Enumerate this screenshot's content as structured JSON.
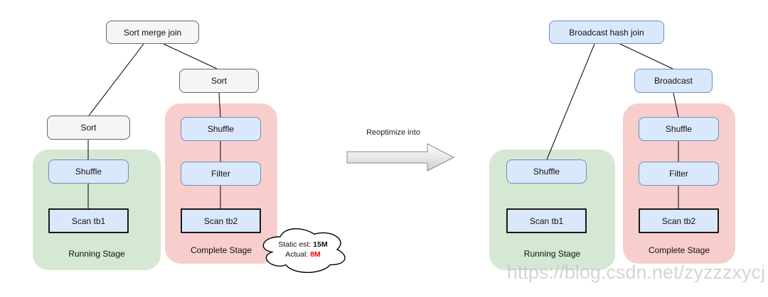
{
  "colors": {
    "node_blue_fill": "#dae8fc",
    "node_blue_border": "#6c8ebf",
    "node_gray_fill": "#f5f5f5",
    "node_gray_border": "#666666",
    "stage_green_fill": "#d5e8d4",
    "stage_red_fill": "#f8cecc",
    "scan_border": "#1a1a1a",
    "actual_value_color": "#ff0000"
  },
  "left_plan": {
    "root": "Sort merge join",
    "sort_left": "Sort",
    "sort_right": "Sort",
    "running_stage": {
      "label": "Running Stage",
      "shuffle": "Shuffle",
      "scan": "Scan tb1"
    },
    "complete_stage": {
      "label": "Complete Stage",
      "shuffle": "Shuffle",
      "filter": "Filter",
      "scan": "Scan tb2"
    },
    "callout": {
      "static_label": "Static est:",
      "static_value": "15M",
      "actual_label": "Actual:",
      "actual_value": "8M"
    }
  },
  "transition": {
    "label": "Reoptimize into"
  },
  "right_plan": {
    "root": "Broadcast hash join",
    "broadcast": "Broadcast",
    "running_stage": {
      "label": "Running Stage",
      "shuffle": "Shuffle",
      "scan": "Scan tb1"
    },
    "complete_stage": {
      "label": "Complete Stage",
      "shuffle": "Shuffle",
      "filter": "Filter",
      "scan": "Scan tb2"
    }
  },
  "watermark": "https://blog.csdn.net/zyzzzxycj"
}
